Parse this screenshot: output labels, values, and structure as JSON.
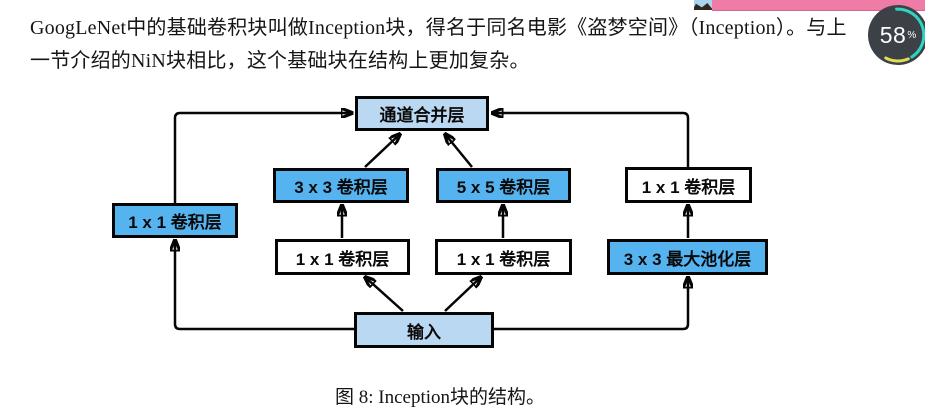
{
  "paragraph": {
    "line1": "GoogLeNet中的基础卷积块叫做Inception块，得名于同名电影《盗梦空间》（Inception）。与上",
    "line2": "一节介绍的NiN块相比，这个基础块在结构上更加复杂。"
  },
  "progress": {
    "value": "58",
    "unit": "%"
  },
  "diagram": {
    "nodes": {
      "merge": "通道合并层",
      "conv3": "3 x 3 卷积层",
      "conv5": "5 x 5 卷积层",
      "conv1_right": "1 x 1 卷积层",
      "conv1_left": "1 x 1 卷积层",
      "conv1_mid_left": "1 x 1 卷积层",
      "conv1_mid_right": "1 x 1 卷积层",
      "maxpool": "3 x 3 最大池化层",
      "input": "输入"
    },
    "edges": [
      {
        "from": "input",
        "to": "conv1_left"
      },
      {
        "from": "input",
        "to": "conv1_mid_left"
      },
      {
        "from": "input",
        "to": "conv1_mid_right"
      },
      {
        "from": "input",
        "to": "maxpool"
      },
      {
        "from": "conv1_mid_left",
        "to": "conv3"
      },
      {
        "from": "conv1_mid_right",
        "to": "conv5"
      },
      {
        "from": "maxpool",
        "to": "conv1_right"
      },
      {
        "from": "conv1_left",
        "to": "merge"
      },
      {
        "from": "conv3",
        "to": "merge"
      },
      {
        "from": "conv5",
        "to": "merge"
      },
      {
        "from": "conv1_right",
        "to": "merge"
      }
    ]
  },
  "caption": "图 8: Inception块的结构。",
  "colors": {
    "box_blue": "#55b3f0",
    "box_light_blue": "#bad8f2",
    "box_white": "#ffffff",
    "pink_bar": "#ef7ca6",
    "circle_bg": "#3b4147",
    "arc_teal": "#2fd5c0",
    "arc_yellow": "#e0dc55"
  }
}
